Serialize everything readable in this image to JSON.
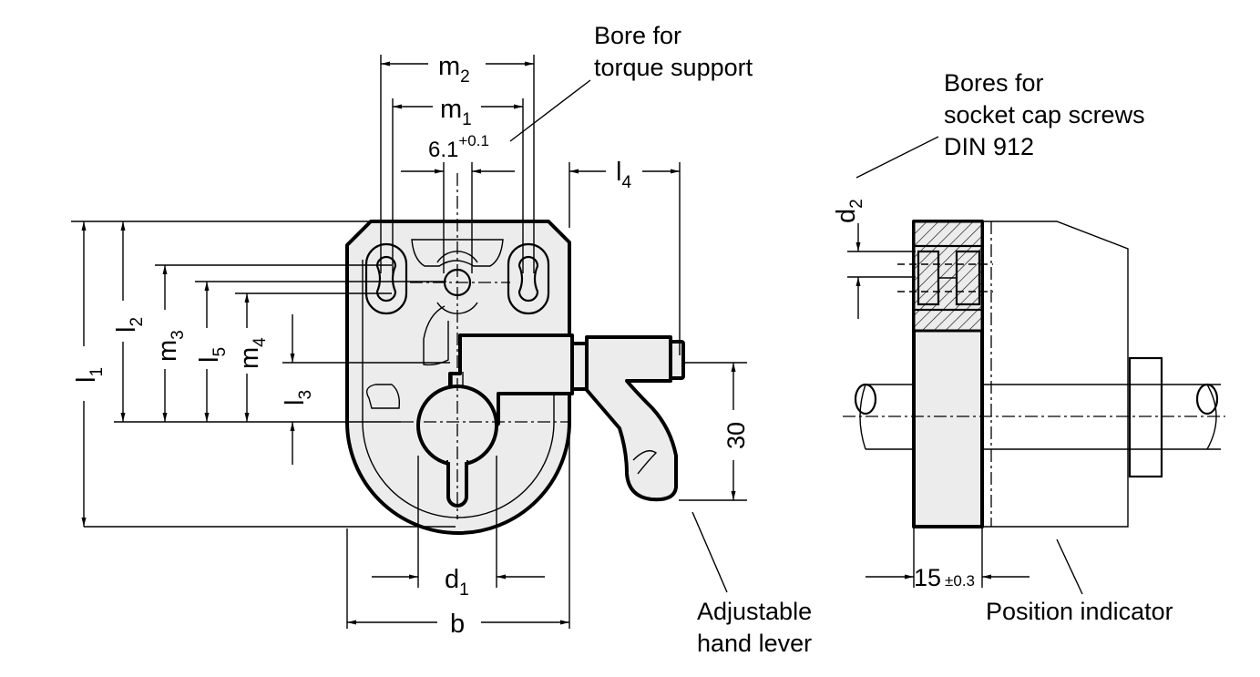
{
  "callouts": {
    "torque_bore": [
      "Bore for",
      "torque support"
    ],
    "cap_screws": [
      "Bores for",
      "socket cap screws",
      "DIN 912"
    ],
    "hand_lever": [
      "Adjustable",
      "hand lever"
    ],
    "position_indicator": "Position indicator"
  },
  "dimensions": {
    "m2": {
      "base": "m",
      "sub": "2"
    },
    "m1": {
      "base": "m",
      "sub": "1"
    },
    "bore": {
      "value": "6.1",
      "tol": "+0.1"
    },
    "l4": {
      "base": "l",
      "sub": "4"
    },
    "l1": {
      "base": "l",
      "sub": "1"
    },
    "l2": {
      "base": "l",
      "sub": "2"
    },
    "m3": {
      "base": "m",
      "sub": "3"
    },
    "l5": {
      "base": "l",
      "sub": "5"
    },
    "m4": {
      "base": "m",
      "sub": "4"
    },
    "l3": {
      "base": "l",
      "sub": "3"
    },
    "d1": {
      "base": "d",
      "sub": "1"
    },
    "b": {
      "base": "b"
    },
    "v30": "30",
    "d2": {
      "base": "d",
      "sub": "2"
    },
    "width15": {
      "value": "15",
      "tol": "±0.3"
    }
  }
}
